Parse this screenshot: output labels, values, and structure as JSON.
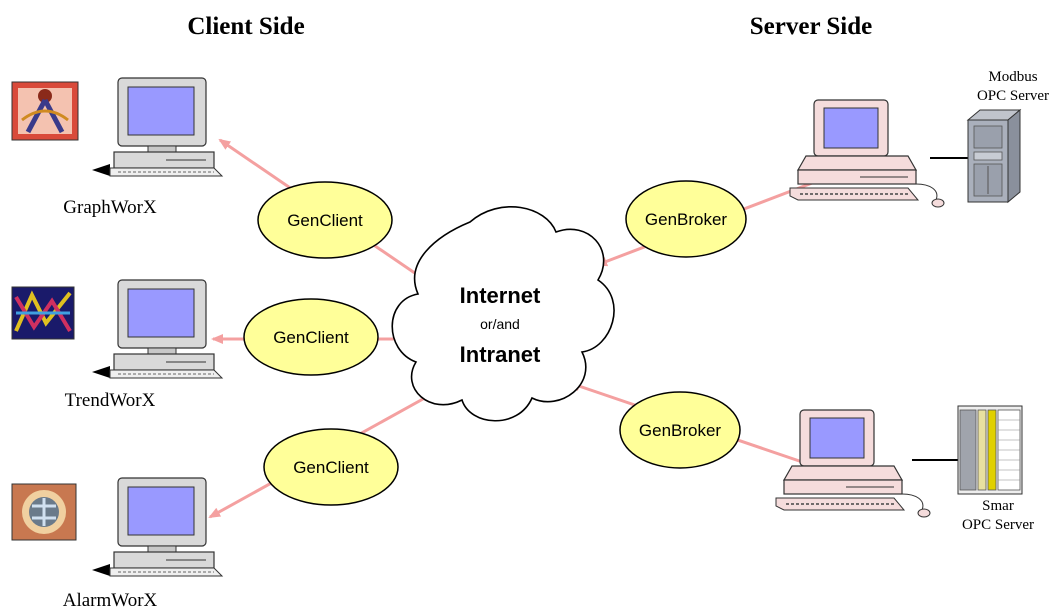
{
  "headings": {
    "client": "Client Side",
    "server": "Server Side"
  },
  "client_apps": [
    {
      "label": "GraphWorX",
      "icon": "graphworx-app-icon"
    },
    {
      "label": "TrendWorX",
      "icon": "trendworx-app-icon"
    },
    {
      "label": "AlarmWorX",
      "icon": "alarmworx-app-icon"
    }
  ],
  "client_connectors": [
    "GenClient",
    "GenClient",
    "GenClient"
  ],
  "server_connectors": [
    "GenBroker",
    "GenBroker"
  ],
  "cloud": {
    "line1": "Internet",
    "line2": "or/and",
    "line3": "Intranet"
  },
  "servers": [
    {
      "line1": "Modbus",
      "line2": "OPC Server",
      "icon": "modbus-device-icon"
    },
    {
      "line1": "Smar",
      "line2": "OPC Server",
      "icon": "smar-device-icon"
    }
  ],
  "colors": {
    "arrow": "#f4a0a0",
    "ellipse_fill": "#ffff99",
    "monitor_screen": "#9999ff",
    "server_computer_body": "#f5dcdc",
    "client_computer_body": "#d9d9d9"
  }
}
